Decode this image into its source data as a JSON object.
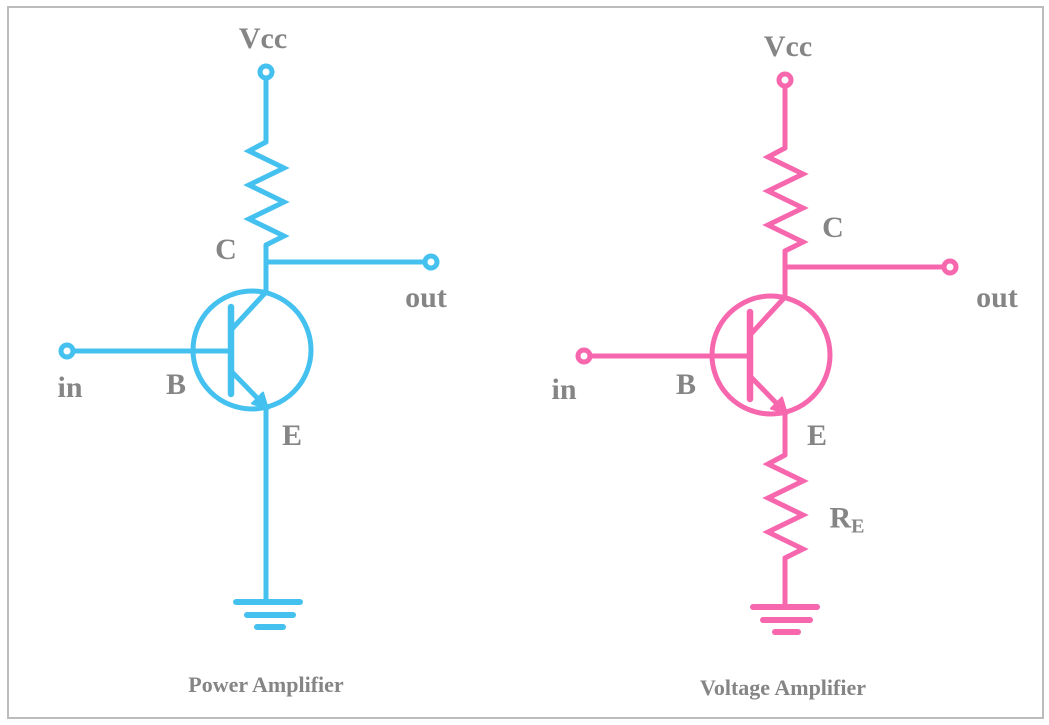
{
  "colors": {
    "background": "#FFFFFF",
    "frame_border": "#BCBCBC",
    "label_text": "#858585"
  },
  "diagrams": {
    "power_amplifier": {
      "title": "Power Amplifier",
      "accent_color": "#45C1F0",
      "labels": {
        "supply": "Vcc",
        "collector": "C",
        "base": "B",
        "emitter": "E",
        "input": "in",
        "output": "out"
      }
    },
    "voltage_amplifier": {
      "title": "Voltage Amplifier",
      "accent_color": "#F767AE",
      "labels": {
        "supply": "Vcc",
        "collector": "C",
        "base": "B",
        "emitter": "E",
        "input": "in",
        "output": "out",
        "emitter_resistor": "R",
        "emitter_resistor_sub": "E"
      }
    }
  }
}
